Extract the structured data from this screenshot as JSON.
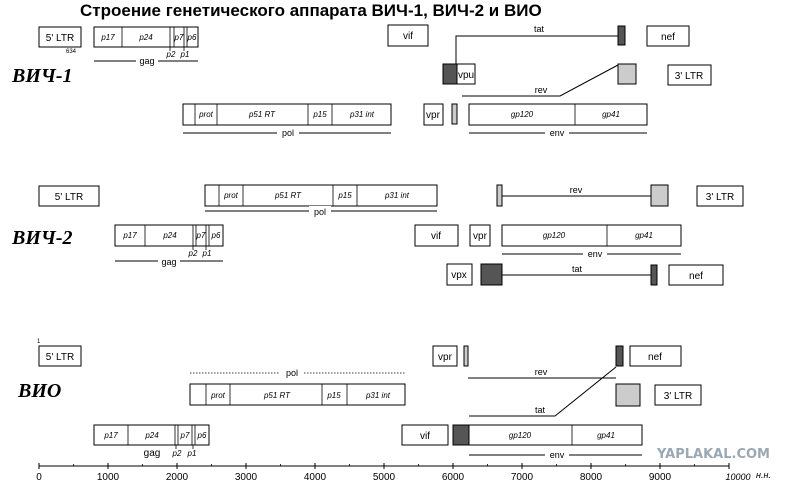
{
  "title": "Строение генетического аппарата ВИЧ-1, ВИЧ-2 и ВИО",
  "watermark": "YAPLAKAL.COM",
  "small_marks": {
    "hiv1_634": "634",
    "vio_1": "1"
  },
  "genomes": [
    {
      "name": "ВИЧ-1",
      "labels": {
        "ltr5": "5' LTR",
        "ltr3": "3' LTR",
        "p17": "p17",
        "p24": "p24",
        "p7": "p7",
        "p6": "p6",
        "p2": "p2",
        "p1": "p1",
        "gag": "gag",
        "prot": "prot",
        "p51": "p51 RT",
        "p15": "p15",
        "p31": "p31 int",
        "pol": "pol",
        "vif": "vif",
        "vpr": "vpr",
        "vpu": "vpu",
        "tat": "tat",
        "rev": "rev",
        "nef": "nef",
        "gp120": "gp120",
        "gp41": "gp41",
        "env": "env"
      }
    },
    {
      "name": "ВИЧ-2",
      "labels": {
        "ltr5": "5' LTR",
        "ltr3": "3' LTR",
        "p17": "p17",
        "p24": "p24",
        "p7": "p7",
        "p6": "p6",
        "p2": "p2",
        "p1": "p1",
        "gag": "gag",
        "prot": "prot",
        "p51": "p51 RT",
        "p15": "p15",
        "p31": "p31 int",
        "pol": "pol",
        "vif": "vif",
        "vpr": "vpr",
        "vpx": "vpx",
        "tat": "tat",
        "rev": "rev",
        "nef": "nef",
        "gp120": "gp120",
        "gp41": "gp41",
        "env": "env"
      }
    },
    {
      "name": "ВИО",
      "labels": {
        "ltr5": "5' LTR",
        "ltr3": "3' LTR",
        "p17": "p17",
        "p24": "p24",
        "p7": "p7",
        "p6": "p6",
        "p2": "p2",
        "p1": "p1",
        "gag": "gag",
        "prot": "prot",
        "p51": "p51 RT",
        "p15": "p15",
        "p31": "p31 int",
        "pol": "pol",
        "vif": "vif",
        "vpr": "vpr",
        "tat": "tat",
        "rev": "rev",
        "nef": "nef",
        "gp120": "gp120",
        "gp41": "gp41",
        "env": "env"
      }
    }
  ],
  "axis": {
    "ticks": [
      "0",
      "1000",
      "2000",
      "3000",
      "4000",
      "5000",
      "6000",
      "7000",
      "8000",
      "9000",
      "10000"
    ],
    "unit": "н.н."
  },
  "colors": {
    "dark_block": "#555555",
    "light_block": "#cccccc",
    "watermark": "#9aa8b4"
  }
}
